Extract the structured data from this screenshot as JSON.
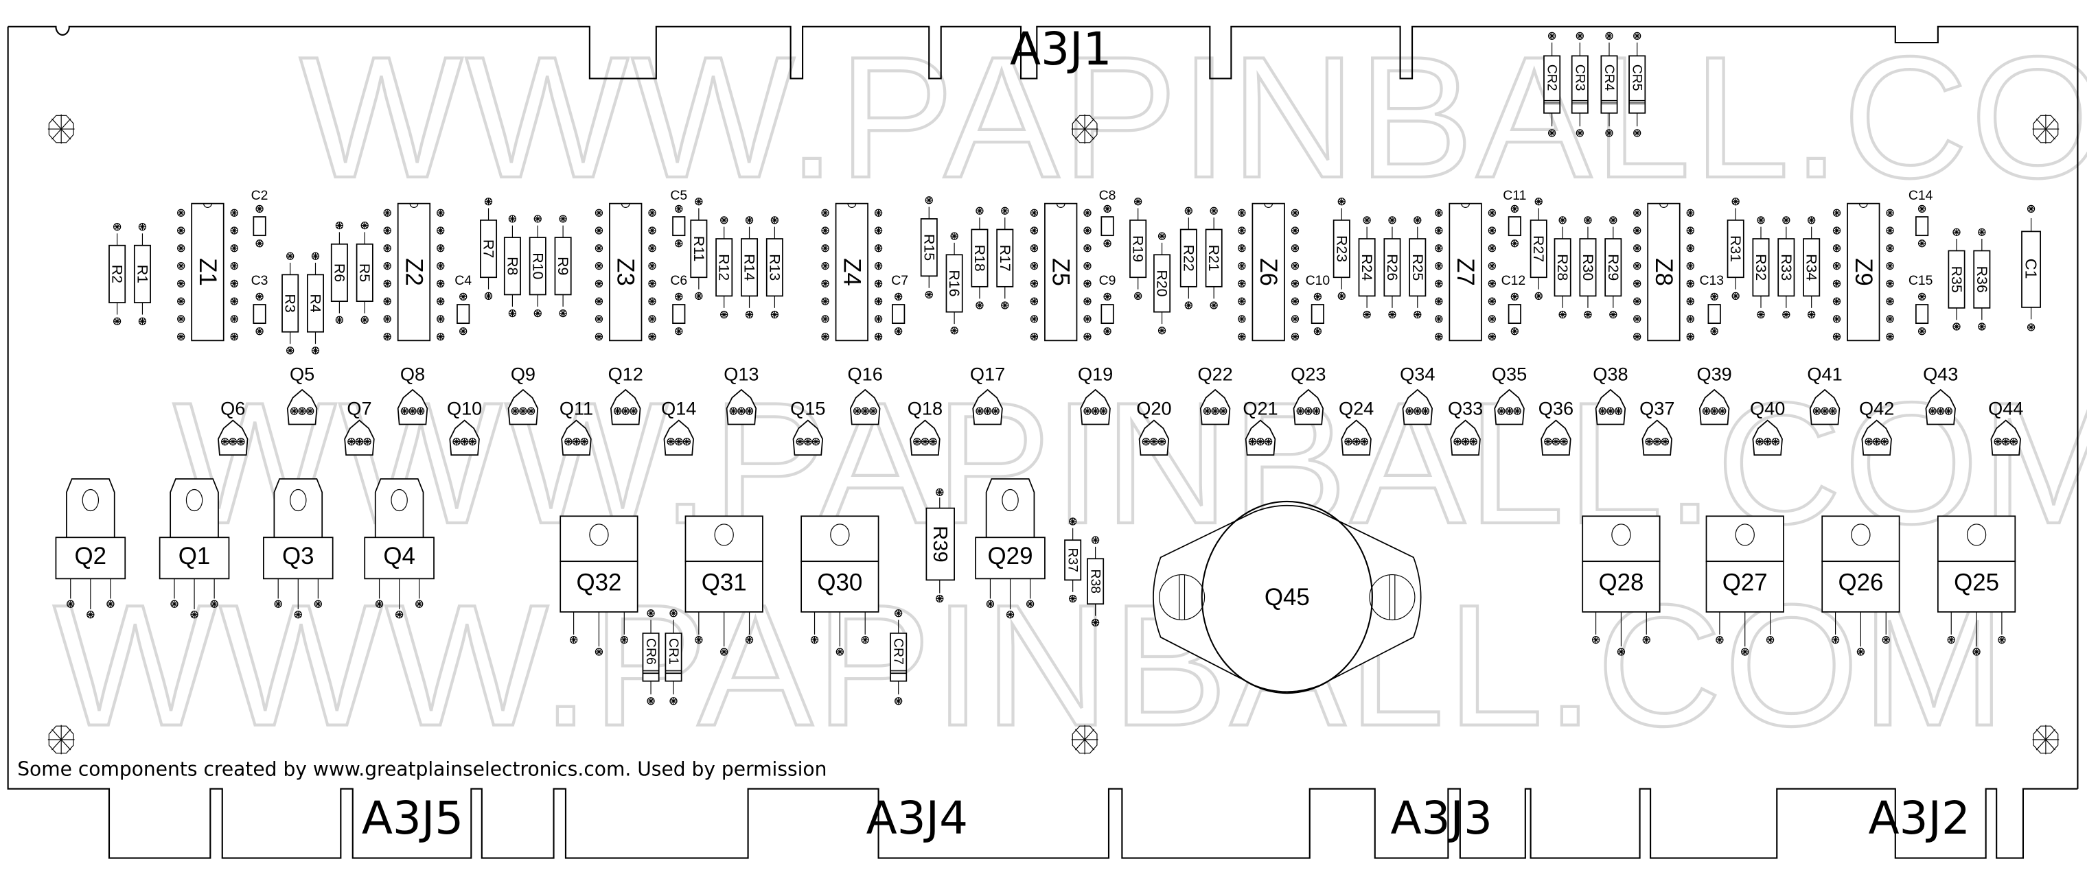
{
  "diagram": {
    "title": "Component layout (A3 board)",
    "watermark": "WWW.PAPINBALL.COM",
    "credit": "Some components created by www.greatplainselectronics.com.  Used by permission",
    "connectors": [
      {
        "id": "A3J1",
        "edge": "top"
      },
      {
        "id": "A3J5",
        "edge": "bottom"
      },
      {
        "id": "A3J4",
        "edge": "bottom"
      },
      {
        "id": "A3J3",
        "edge": "bottom"
      },
      {
        "id": "A3J2",
        "edge": "bottom"
      }
    ],
    "ics": [
      "Z1",
      "Z2",
      "Z3",
      "Z4",
      "Z5",
      "Z6",
      "Z7",
      "Z8",
      "Z9"
    ],
    "resistors": [
      "R1",
      "R2",
      "R3",
      "R4",
      "R5",
      "R6",
      "R7",
      "R8",
      "R9",
      "R10",
      "R11",
      "R12",
      "R13",
      "R14",
      "R15",
      "R16",
      "R17",
      "R18",
      "R19",
      "R20",
      "R21",
      "R22",
      "R23",
      "R24",
      "R25",
      "R26",
      "R27",
      "R28",
      "R29",
      "R30",
      "R31",
      "R32",
      "R33",
      "R34",
      "R35",
      "R36",
      "R37",
      "R38",
      "R39"
    ],
    "capacitors": [
      "C1",
      "C2",
      "C3",
      "C4",
      "C5",
      "C6",
      "C7",
      "C8",
      "C9",
      "C10",
      "C11",
      "C12",
      "C13",
      "C14",
      "C15"
    ],
    "diodes": [
      "CR1",
      "CR2",
      "CR3",
      "CR4",
      "CR5",
      "CR6",
      "CR7"
    ],
    "small_transistors_upper": [
      "Q5",
      "Q8",
      "Q9",
      "Q12",
      "Q13",
      "Q16",
      "Q17",
      "Q19",
      "Q22",
      "Q23",
      "Q34",
      "Q35",
      "Q38",
      "Q39",
      "Q41",
      "Q43"
    ],
    "small_transistors_lower": [
      "Q6",
      "Q7",
      "Q10",
      "Q11",
      "Q14",
      "Q15",
      "Q18",
      "Q20",
      "Q21",
      "Q24",
      "Q33",
      "Q36",
      "Q37",
      "Q40",
      "Q42",
      "Q44"
    ],
    "power_transistors_tab": [
      "Q2",
      "Q1",
      "Q3",
      "Q4",
      "Q29"
    ],
    "power_transistors_to220": [
      "Q32",
      "Q31",
      "Q30",
      "Q28",
      "Q27",
      "Q26",
      "Q25"
    ],
    "large_transistor": "Q45"
  }
}
